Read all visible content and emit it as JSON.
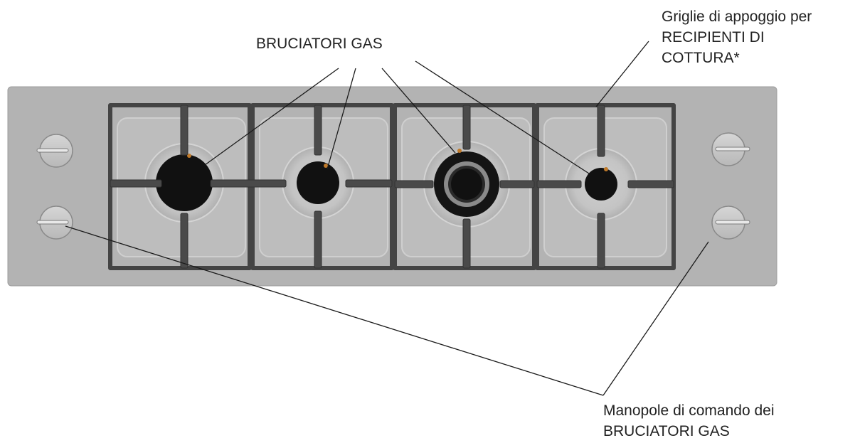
{
  "labels": {
    "burners": "BRUCIATORI GAS",
    "grates": {
      "line1": "Griglie di appoggio per",
      "line2": "RECIPIENTI DI",
      "line3": "COTTURA*"
    },
    "knobs": {
      "line1": "Manopole di comando dei",
      "line2": "BRUCIATORI GAS"
    }
  },
  "colors": {
    "panel": "#b3b3b3",
    "panel_edge": "#9e9e9e",
    "grate": "#4a4a4a",
    "well": "#c6c6c6",
    "burner_cap": "#111111",
    "knob": "#c9c9c9",
    "leader_line": "#1a1a1a",
    "igniter": "#c07a2a"
  }
}
